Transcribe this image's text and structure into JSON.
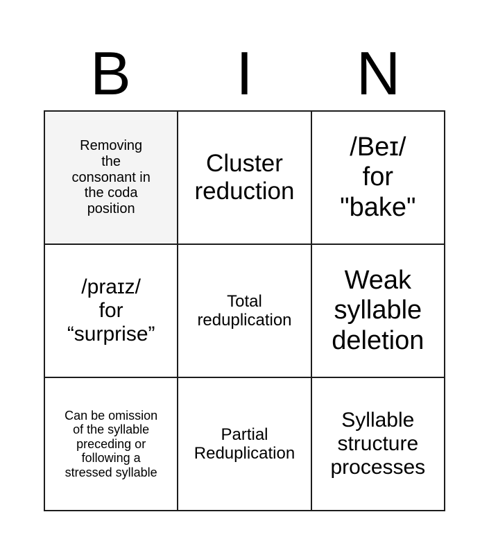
{
  "header": {
    "letters": [
      "B",
      "I",
      "N"
    ]
  },
  "grid": {
    "rows": 3,
    "columns": 3,
    "marked_color": "#f4f4f4",
    "border_color": "#1c1c1c",
    "cells": [
      {
        "text": "Removing\nthe\nconsonant in\nthe coda\nposition",
        "size": "fs-xs",
        "marked": true
      },
      {
        "text": "Cluster\nreduction",
        "size": "fs-lg",
        "marked": false
      },
      {
        "text": "/Beɪ/\nfor\n\"bake\"",
        "size": "fs-xl",
        "marked": false
      },
      {
        "text": "/praɪz/\nfor\n“surprise”",
        "size": "fs-md",
        "marked": false
      },
      {
        "text": "Total\nreduplication",
        "size": "fs-sm",
        "marked": false
      },
      {
        "text": "Weak\nsyllable\ndeletion",
        "size": "fs-xl",
        "marked": false
      },
      {
        "text": "Can be omission\nof the syllable\npreceding or\nfollowing a\nstressed syllable",
        "size": "fs-xxs",
        "marked": false
      },
      {
        "text": "Partial\nReduplication",
        "size": "fs-sm",
        "marked": false
      },
      {
        "text": "Syllable\nstructure\nprocesses",
        "size": "fs-md",
        "marked": false
      }
    ]
  }
}
